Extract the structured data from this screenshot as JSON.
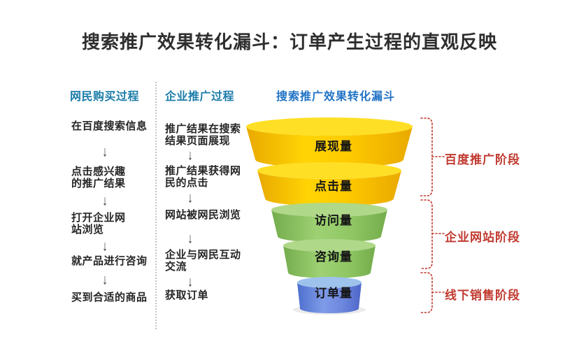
{
  "title": "搜索推广效果转化漏斗：订单产生过程的直观反映",
  "icons": {
    "down_arrow": "↓"
  },
  "columns": [
    {
      "header": "网民购买过程",
      "steps": [
        "在百度搜索信息",
        "点击感兴趣\n的推广结果",
        "打开企业网\n站浏览",
        "就产品进行咨询",
        "买到合适的商品"
      ]
    },
    {
      "header": "企业推广过程",
      "steps": [
        "推广结果在搜索\n结果页面展现",
        "推广结果获得网\n民的点击",
        "网站被网民浏览",
        "企业与网民互动\n交流",
        "获取订单"
      ]
    }
  ],
  "funnel": {
    "header": "搜索推广效果转化漏斗",
    "layers": [
      {
        "label": "展现量",
        "color": "#f7bc00"
      },
      {
        "label": "点击量",
        "color": "#f7bc00"
      },
      {
        "label": "访问量",
        "color": "#8cc360"
      },
      {
        "label": "咨询量",
        "color": "#8cc360"
      },
      {
        "label": "订单量",
        "color": "#5c7fdc"
      }
    ]
  },
  "stages": [
    {
      "label": "百度推广阶段"
    },
    {
      "label": "企业网站阶段"
    },
    {
      "label": "线下销售阶段"
    }
  ],
  "colors": {
    "title_text": "#2e2e2e",
    "column_header_blue": "#1b7ca9",
    "funnel_header_blue": "#2173c5",
    "stage_red": "#c03a30",
    "step_text": "#262626",
    "yellow_top": "#ffdf26",
    "green_top": "#afd889",
    "blue_top": "#9dc2ec"
  }
}
